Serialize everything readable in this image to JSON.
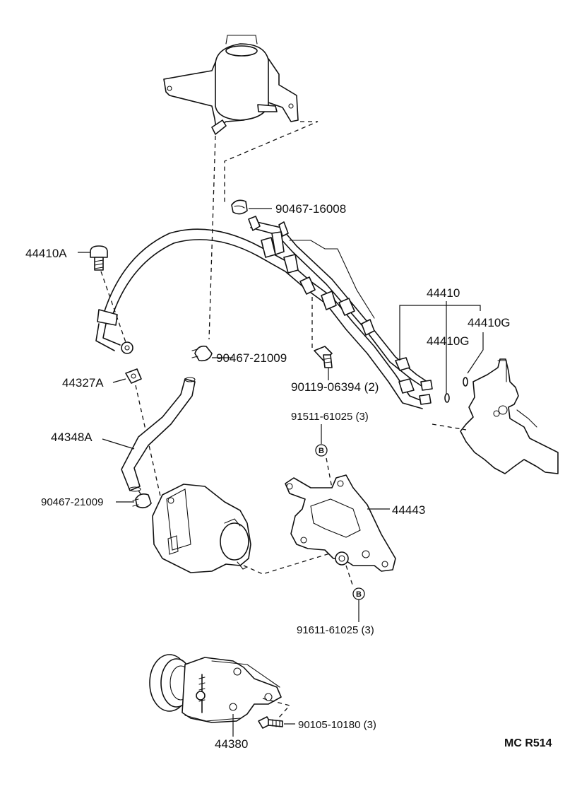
{
  "labels": {
    "p90467_16008": "90467-16008",
    "p44410A": "44410A",
    "p44410": "44410",
    "p44410G_a": "44410G",
    "p44410G_b": "44410G",
    "p90467_21009_a": "90467-21009",
    "p44327A": "44327A",
    "p90119_06394": "90119-06394 (2)",
    "p91511_61025": "91511-61025 (3)",
    "p44348A": "44348A",
    "p44443": "44443",
    "p90467_21009_b": "90467-21009",
    "p91611_61025": "91611-61025 (3)",
    "p90105_10180": "90105-10180 (3)",
    "p44380": "44380"
  },
  "callout_marks": {
    "upper": "B",
    "lower": "B"
  },
  "drawing_code": "MC R514"
}
